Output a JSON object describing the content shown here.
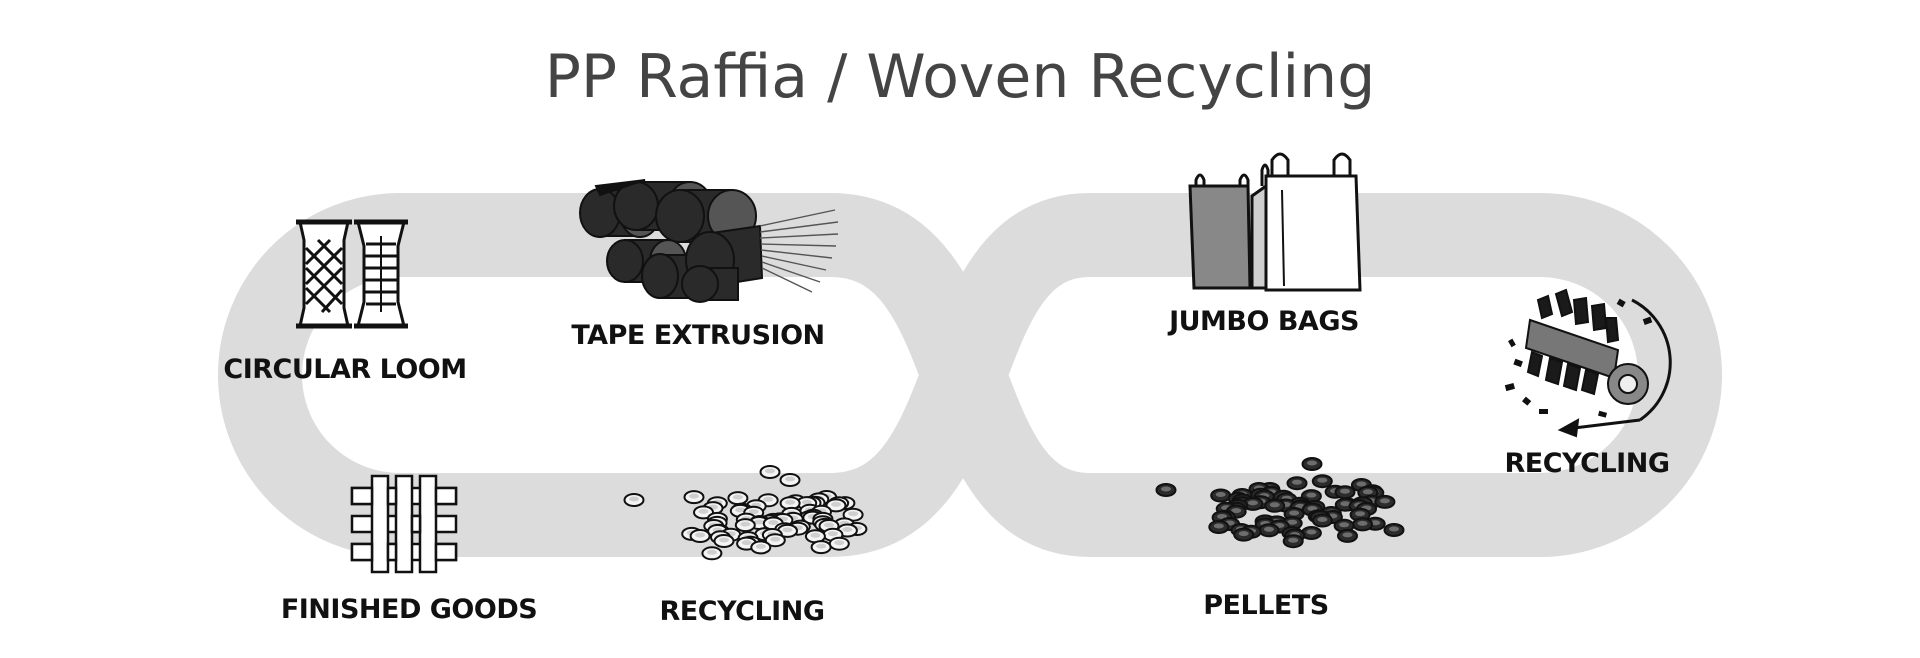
{
  "diagram": {
    "title": "PP Raffia / Woven Recycling",
    "colors": {
      "track": "#dcdcdc",
      "ink": "#111111",
      "title": "#444444"
    },
    "stages": [
      {
        "id": "circular-loom",
        "label": "CIRCULAR LOOM",
        "icon": "spool-icon"
      },
      {
        "id": "tape-extrusion",
        "label": "TAPE EXTRUSION",
        "icon": "tape-rolls-icon"
      },
      {
        "id": "jumbo-bags",
        "label": "JUMBO BAGS",
        "icon": "jumbo-bag-icon"
      },
      {
        "id": "recycling-shredder",
        "label": "RECYCLING",
        "icon": "shredder-icon"
      },
      {
        "id": "pellets",
        "label": "PELLETS",
        "icon": "pellets-icon"
      },
      {
        "id": "recycling-flakes",
        "label": "RECYCLING",
        "icon": "flakes-icon"
      },
      {
        "id": "finished-goods",
        "label": "FINISHED GOODS",
        "icon": "woven-fabric-icon"
      }
    ]
  }
}
